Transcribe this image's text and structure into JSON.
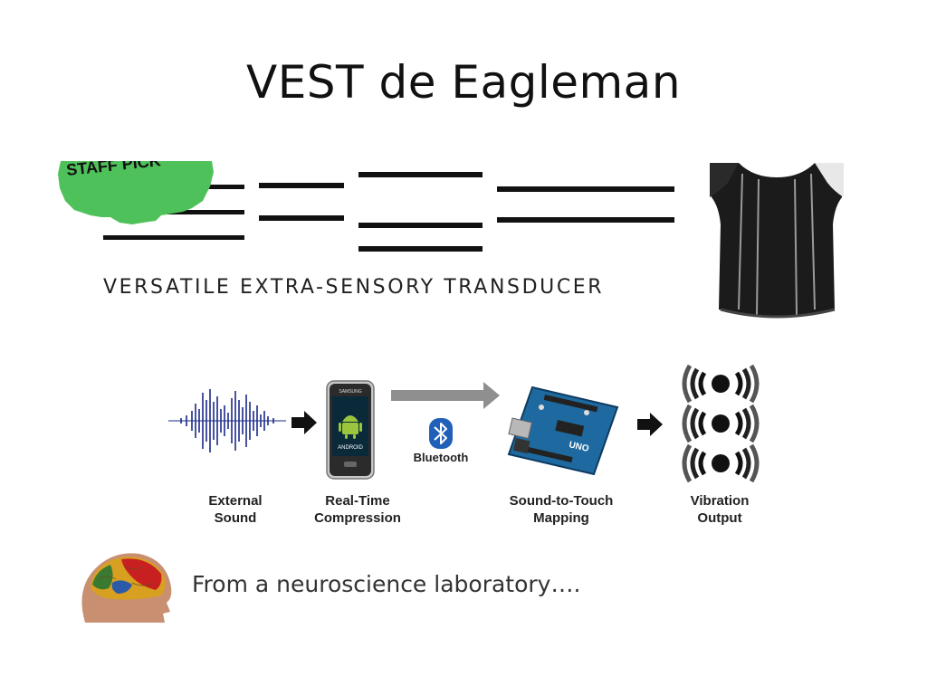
{
  "title": "VEST de Eagleman",
  "logo": {
    "sticker_text": "STAFF PICK",
    "tagline": "VERSATILE EXTRA-SENSORY TRANSDUCER",
    "sticker_color": "#4fc15a"
  },
  "pipeline": {
    "steps": [
      {
        "label_line1": "External",
        "label_line2": "Sound",
        "icon": "waveform-icon"
      },
      {
        "label_line1": "Real-Time",
        "label_line2": "Compression",
        "icon": "android-phone-icon"
      },
      {
        "label_line1": "Sound-to-Touch",
        "label_line2": "Mapping",
        "icon": "arduino-board-icon"
      },
      {
        "label_line1": "Vibration",
        "label_line2": "Output",
        "icon": "vibration-icon"
      }
    ],
    "phone_brand": "SAMSUNG",
    "phone_os": "ANDROID",
    "bluetooth_label": "Bluetooth",
    "arduino_label": "UNO"
  },
  "footer": {
    "text": "From a neuroscience laboratory…."
  }
}
